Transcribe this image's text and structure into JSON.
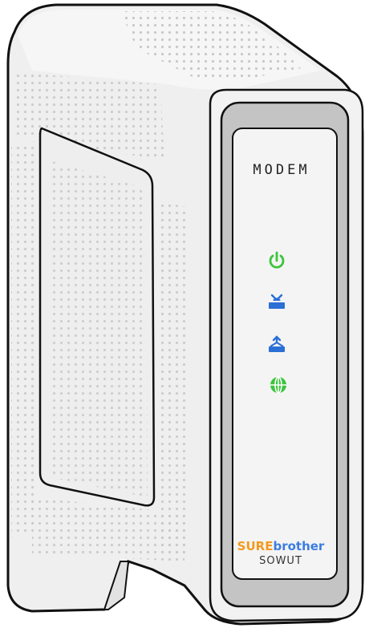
{
  "device": {
    "label": "MODEM",
    "brand_part1": "SURE",
    "brand_part2": "brother",
    "model": "SOWUT"
  },
  "indicators": [
    {
      "name": "power",
      "icon": "power-icon",
      "color": "#3cc43c"
    },
    {
      "name": "downstream",
      "icon": "router-down-icon",
      "color": "#2a6fd6"
    },
    {
      "name": "upstream",
      "icon": "router-up-icon",
      "color": "#2a6fd6"
    },
    {
      "name": "online",
      "icon": "globe-icon",
      "color": "#3cc43c"
    }
  ],
  "colors": {
    "body": "#efefef",
    "panel_frame": "#c4c4c4",
    "brand_orange": "#f39a1e",
    "brand_blue": "#3b7de0"
  }
}
